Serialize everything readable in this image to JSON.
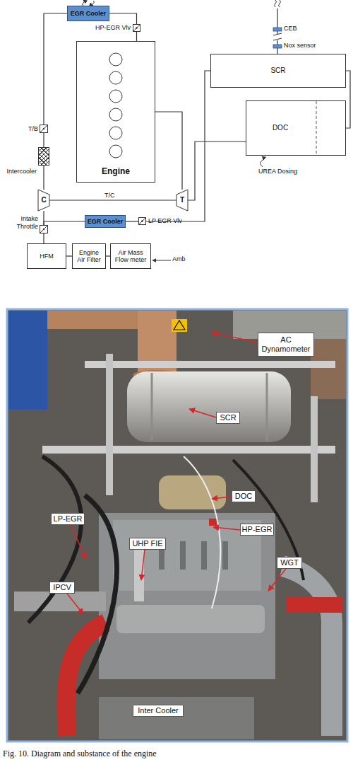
{
  "diagram": {
    "caption": "Fig. 10. Diagram and substance of the engine",
    "nodes": [
      {
        "text": [
          "EGR Cooler"
        ]
      },
      {
        "text": [
          "HP-EGR Vlv"
        ]
      },
      {
        "text": [
          "Engine"
        ]
      },
      {
        "text": [
          "SCR"
        ]
      },
      {
        "text": [
          "T/B"
        ]
      },
      {
        "text": [
          "DOC"
        ]
      },
      {
        "text": [
          "Intercooler"
        ]
      },
      {
        "text": [
          "C"
        ]
      },
      {
        "text": [
          "T"
        ]
      },
      {
        "text": [
          "EGR Cooler"
        ]
      },
      {
        "text": [
          "LP EGR Vlv"
        ]
      },
      {
        "text": [
          "Intake Throttle"
        ]
      },
      {
        "text": [
          "HFM"
        ]
      },
      {
        "text": [
          "Engine Air Filter"
        ]
      },
      {
        "text": [
          "Air Mass Flow meter"
        ]
      },
      {
        "text": [
          "AC Dynamometer"
        ]
      },
      {
        "text": [
          "SCR"
        ]
      },
      {
        "text": [
          "DOC"
        ]
      },
      {
        "text": [
          "LP-EGR"
        ]
      },
      {
        "text": [
          "HP-EGR"
        ]
      },
      {
        "text": [
          "UHP FIE"
        ]
      },
      {
        "text": [
          "WGT"
        ]
      },
      {
        "text": [
          "IPCV"
        ]
      },
      {
        "text": [
          "Inter Cooler"
        ]
      }
    ],
    "edges": [
      {
        "from": 0,
        "to": 1,
        "arrow": "none"
      },
      {
        "from": 1,
        "to": 2,
        "arrow": "none"
      },
      {
        "from": 0,
        "to": 4,
        "arrow": "none"
      },
      {
        "from": 4,
        "to": 6,
        "arrow": "none"
      },
      {
        "from": 6,
        "to": 7,
        "arrow": "none"
      },
      {
        "from": 7,
        "to": 8,
        "label": "T/C",
        "arrow": "none"
      },
      {
        "from": 2,
        "to": 8,
        "arrow": "none"
      },
      {
        "from": 7,
        "to": 11,
        "arrow": "none"
      },
      {
        "from": 11,
        "to": 12,
        "arrow": "none"
      },
      {
        "from": 12,
        "to": 13,
        "arrow": "none"
      },
      {
        "from": 13,
        "to": 14,
        "arrow": "none"
      },
      {
        "from": 9,
        "to": 11,
        "arrow": "none"
      },
      {
        "from": 9,
        "to": 10,
        "arrow": "none"
      },
      {
        "from": 10,
        "to": 3,
        "arrow": "none"
      },
      {
        "from": 8,
        "to": 5,
        "arrow": "none"
      },
      {
        "from": 5,
        "to": 3,
        "arrow": "none"
      }
    ],
    "labels": [
      "CEB",
      "Nox sensor",
      "UREA Dosing",
      "Amb"
    ]
  }
}
